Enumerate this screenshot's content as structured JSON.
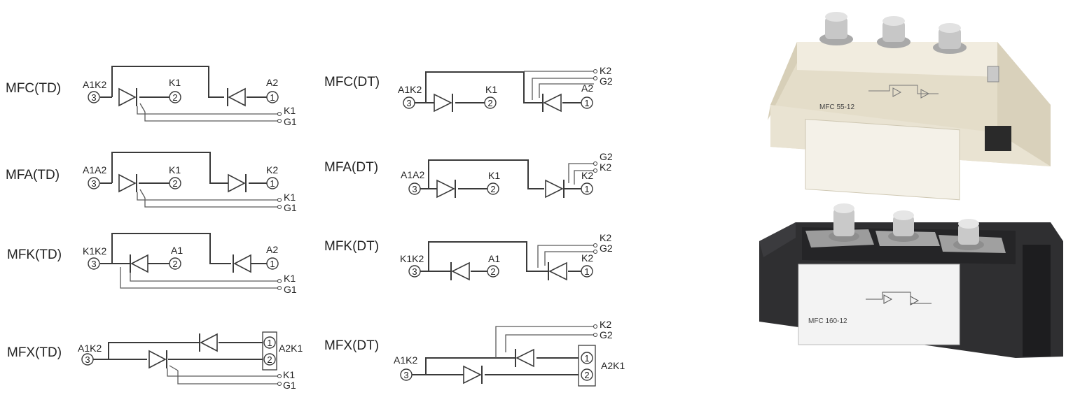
{
  "modules": {
    "mfc_td": {
      "title": "MFC(TD)",
      "left_label": "A1K2",
      "mid_label": "K1",
      "right_label": "A2",
      "k_label": "K1",
      "g_label": "G1",
      "t3": "3",
      "t2": "2",
      "t1": "1"
    },
    "mfa_td": {
      "title": "MFA(TD)",
      "left_label": "A1A2",
      "mid_label": "K1",
      "right_label": "K2",
      "k_label": "K1",
      "g_label": "G1",
      "t3": "3",
      "t2": "2",
      "t1": "1"
    },
    "mfk_td": {
      "title": "MFK(TD)",
      "left_label": "K1K2",
      "mid_label": "A1",
      "right_label": "A2",
      "k_label": "K1",
      "g_label": "G1",
      "t3": "3",
      "t2": "2",
      "t1": "1"
    },
    "mfx_td": {
      "title": "MFX(TD)",
      "left_label": "A1K2",
      "right_label": "A2K1",
      "k_label": "K1",
      "g_label": "G1",
      "t3": "3",
      "t2": "2",
      "t1": "1"
    },
    "mfc_dt": {
      "title": "MFC(DT)",
      "left_label": "A1K2",
      "mid_label": "K1",
      "right_label": "A2",
      "top_label": "K2",
      "g_label": "G2",
      "t3": "3",
      "t2": "2",
      "t1": "1"
    },
    "mfa_dt": {
      "title": "MFA(DT)",
      "left_label": "A1A2",
      "mid_label": "K1",
      "right_label": "K2",
      "top_label": "G2",
      "g_label": "K2",
      "t3": "3",
      "t2": "2",
      "t1": "1"
    },
    "mfk_dt": {
      "title": "MFK(DT)",
      "left_label": "K1K2",
      "mid_label": "A1",
      "right_label": "K2",
      "top_label": "K2",
      "g_label": "G2",
      "t3": "3",
      "t2": "2",
      "t1": "1"
    },
    "mfx_dt": {
      "title": "MFX(DT)",
      "left_label": "A1K2",
      "right_label": "A2K1",
      "top_label": "K2",
      "g_label": "G2",
      "t3": "3",
      "t2": "2",
      "t1": "1"
    }
  },
  "products": {
    "white_label": "MFC  55-12",
    "black_label": "MFC  160-12"
  },
  "colors": {
    "white_module": "#efe9d8",
    "black_module": "#2f2f31",
    "screw": "#b7b7b7",
    "line": "#3a3a3a"
  }
}
